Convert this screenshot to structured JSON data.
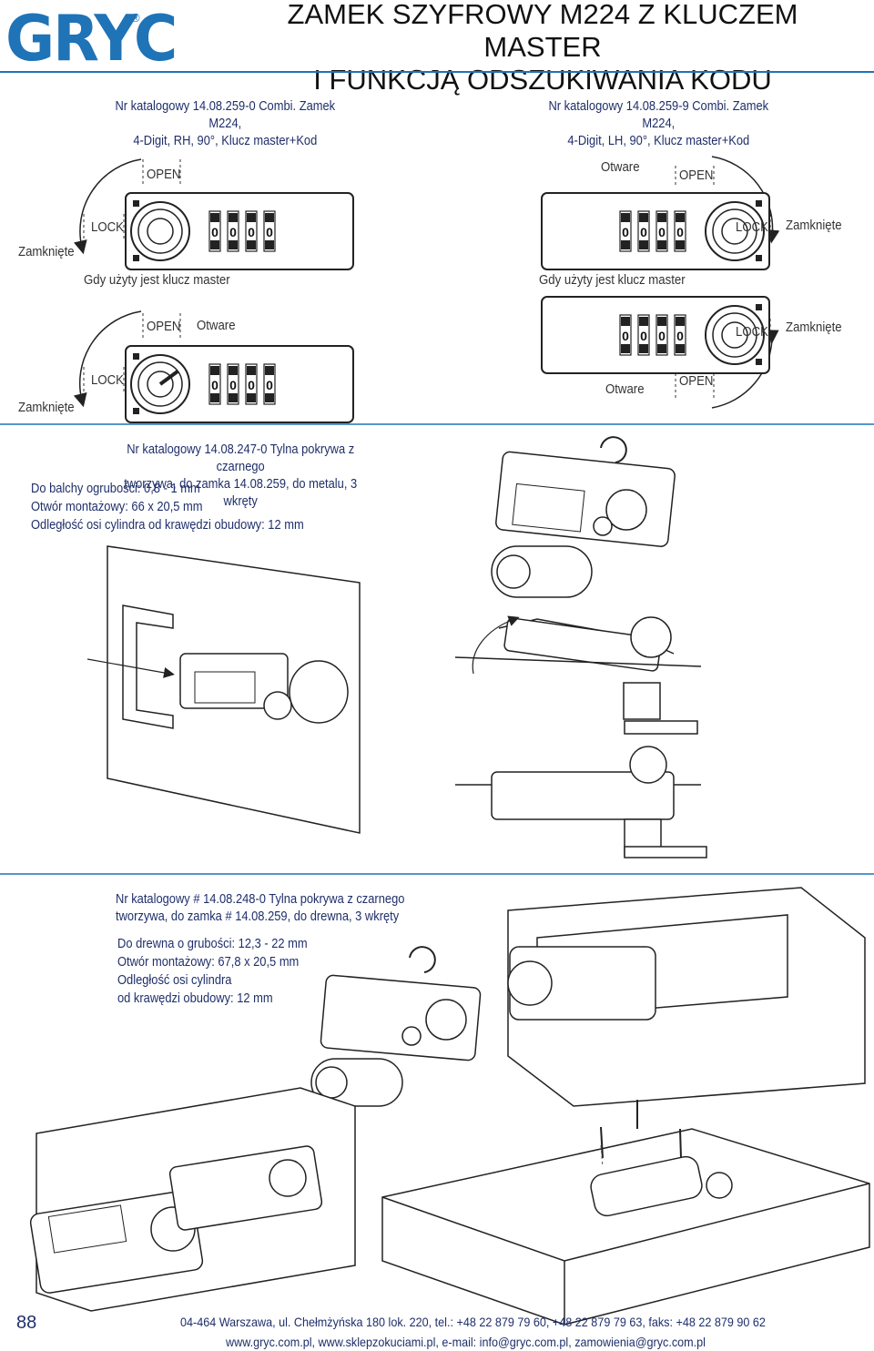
{
  "header": {
    "logo": "GRYC",
    "registered_mark": "®",
    "title_line1": "ZAMEK SZYFROWY M224 Z KLUCZEM MASTER",
    "title_line2": "I FUNKCJĄ ODSZUKIWANIA KODU"
  },
  "products_top": [
    {
      "line1": "Nr katalogowy 14.08.259-0 Combi. Zamek M224,",
      "line2": "4-Digit, RH, 90°, Klucz master+Kod"
    },
    {
      "line1": "Nr katalogowy 14.08.259-9 Combi. Zamek M224,",
      "line2": "4-Digit, LH, 90°, Klucz master+Kod"
    }
  ],
  "labels": {
    "open": "OPEN",
    "lock": "LOCK",
    "closed": "Zamknięte",
    "opened": "Otware",
    "master_used": "Gdy użyty jest klucz master"
  },
  "dial_digits": [
    "0",
    "0",
    "0",
    "0"
  ],
  "cover_metal": {
    "line1": "Nr katalogowy 14.08.247-0 Tylna pokrywa z czarnego",
    "line2": "tworzywa, do zamka 14.08.259, do metalu, 3 wkręty",
    "specs": [
      "Do balchy ogrubości: 0,8 - 1 mm",
      "Otwór montażowy: 66 x 20,5 mm",
      "Odległość osi cylindra od krawędzi obudowy: 12 mm"
    ]
  },
  "cover_wood": {
    "line1": "Nr katalogowy # 14.08.248-0 Tylna pokrywa z czarnego",
    "line2": "tworzywa, do zamka # 14.08.259, do drewna, 3 wkręty",
    "specs": [
      "Do drewna o grubości: 12,3 - 22 mm",
      "Otwór montażowy: 67,8 x 20,5 mm",
      "Odległość osi cylindra",
      "od krawędzi obudowy: 12 mm"
    ]
  },
  "footer": {
    "page": "88",
    "address": "04-464 Warszawa, ul. Chełmżyńska 180 lok. 220, tel.: +48 22 879 79 60, +48 22 879 79 63, faks: +48 22 879 90 62",
    "web": "www.gryc.com.pl, www.sklepzokuciami.pl, e-mail: info@gryc.com.pl, zamowienia@gryc.com.pl"
  },
  "colors": {
    "brand": "#1f73b7",
    "text": "#1f2f6b"
  }
}
